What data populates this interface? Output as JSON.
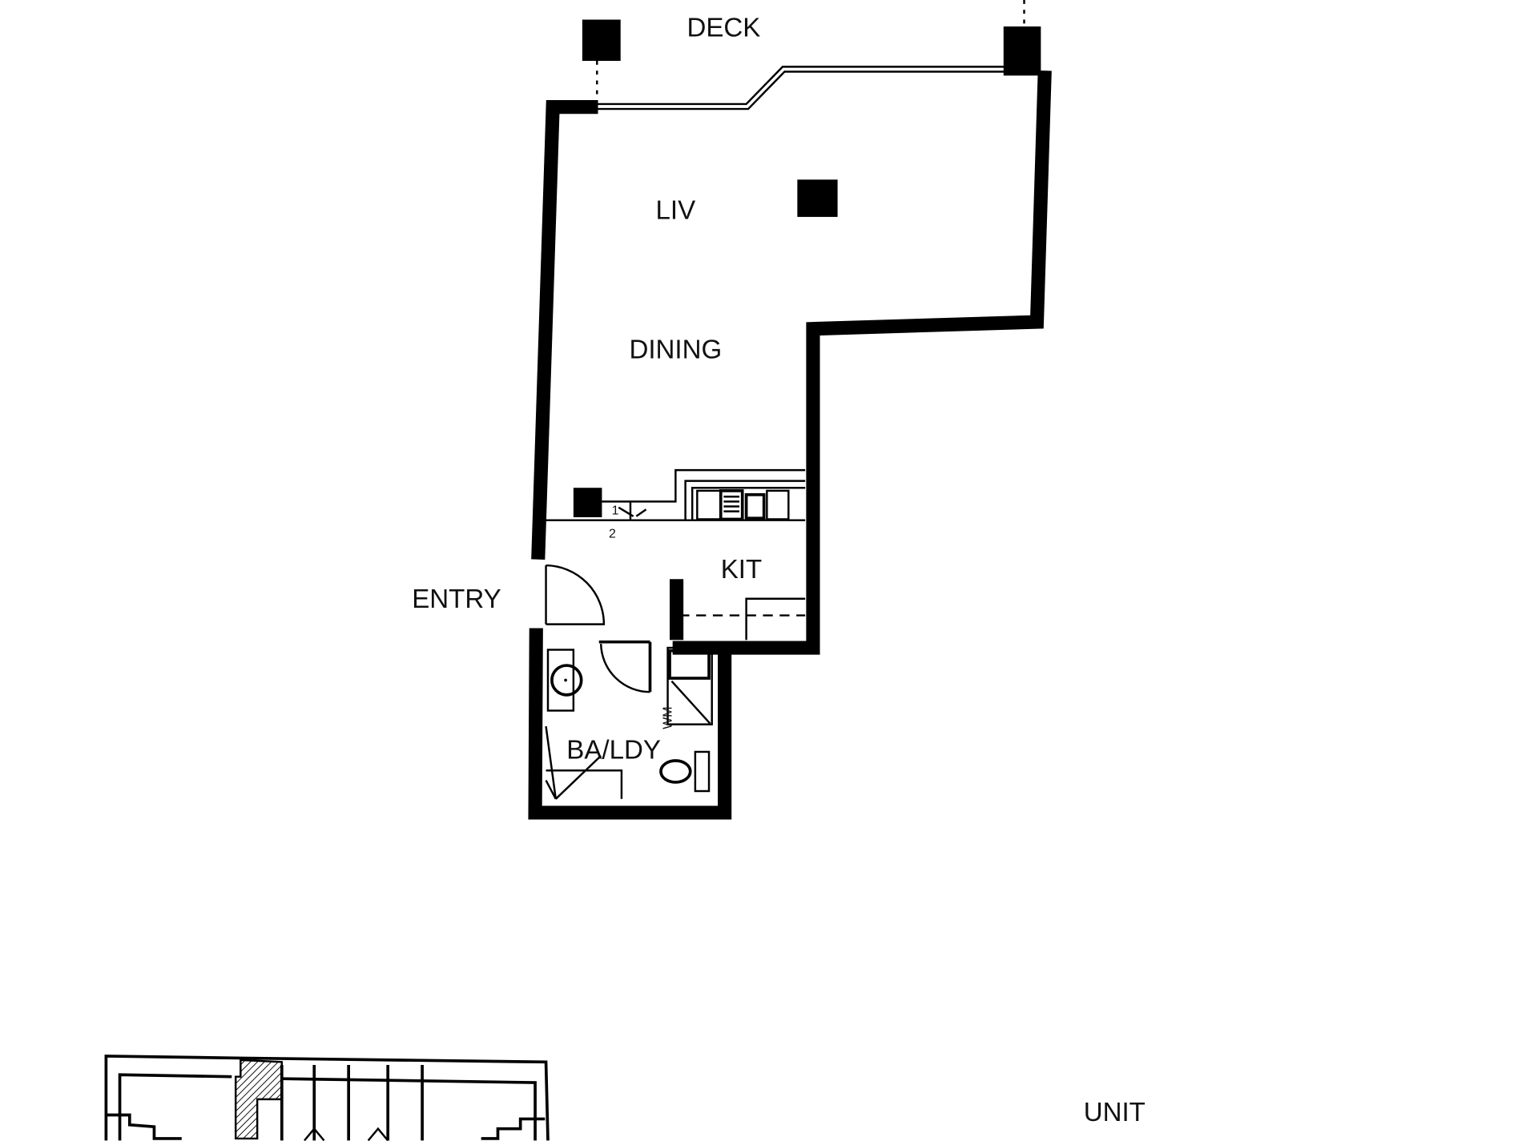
{
  "rooms": {
    "deck": "DECK",
    "living": "LIV",
    "dining": "DINING",
    "kitchen": "KIT",
    "entry": "ENTRY",
    "bathroom_laundry": "BA/LDY",
    "washing_machine": "WM"
  },
  "annotations": {
    "cupboard_1": "1",
    "cupboard_2": "2"
  },
  "key_plan": {
    "label": "UNIT"
  }
}
